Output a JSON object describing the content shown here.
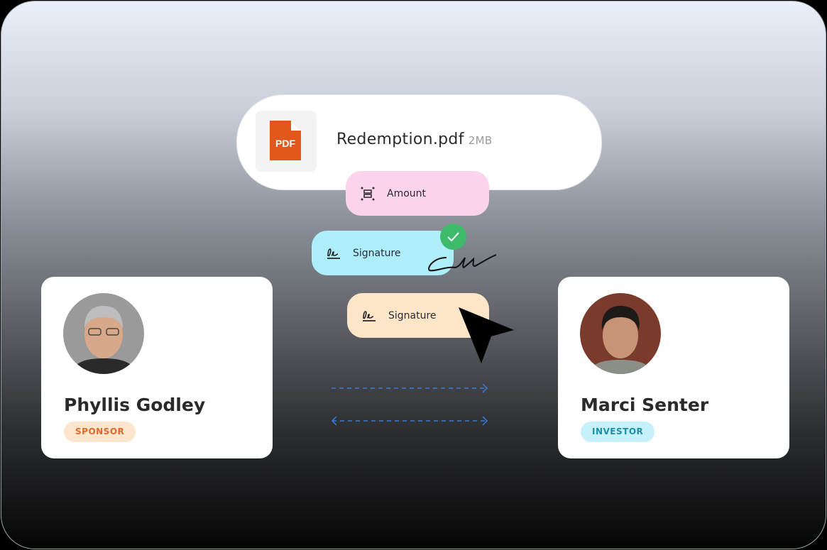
{
  "file": {
    "icon": "pdf-icon",
    "icon_label": "PDF",
    "name": "Redemption.pdf",
    "size": "2MB"
  },
  "fields": [
    {
      "label": "Amount",
      "icon": "amount-field-icon",
      "color": "#fbd3ea"
    },
    {
      "label": "Signature",
      "icon": "signature-icon",
      "color": "#aeeefb",
      "status": "signed"
    },
    {
      "label": "Signature",
      "icon": "signature-icon",
      "color": "#fde6c8"
    }
  ],
  "people": [
    {
      "name": "Phyllis Godley",
      "role": "SPONSOR",
      "badge_bg": "#fde6cc",
      "badge_fg": "#e0672a"
    },
    {
      "name": "Marci Senter",
      "role": "INVESTOR",
      "badge_bg": "#c6f1fb",
      "badge_fg": "#1a8fa8"
    }
  ],
  "colors": {
    "check": "#3dbb6a",
    "arrow": "#3a7bd5",
    "pdf": "#e2581c"
  }
}
